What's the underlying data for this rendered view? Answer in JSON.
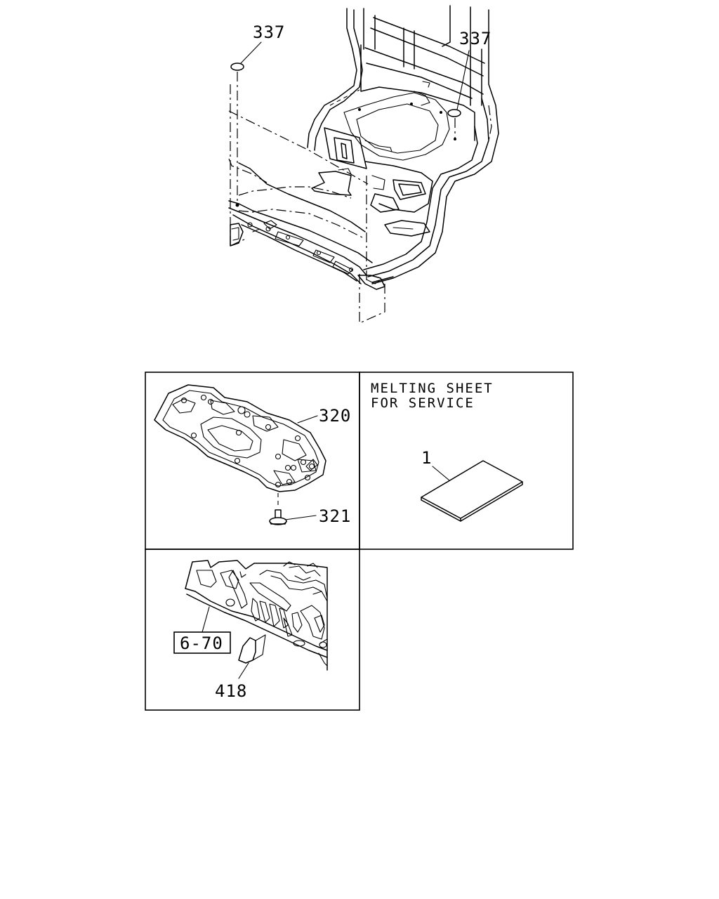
{
  "callouts": {
    "c337_left": "337",
    "c337_right": "337",
    "c320": "320",
    "c321": "321",
    "c1": "1",
    "c418": "418",
    "ref_box": "6-70"
  },
  "note": {
    "line1": "MELTING SHEET",
    "line2": "FOR SERVICE"
  }
}
